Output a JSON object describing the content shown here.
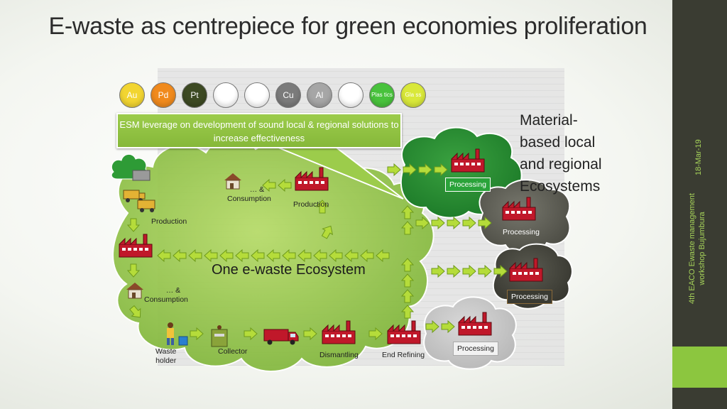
{
  "slide": {
    "title": "E-waste as centrepiece for green economies proliferation",
    "date": "18-Mar-19",
    "event_line1": "4th EACO Ewaste management",
    "event_line2": "workshop Bujumbura"
  },
  "materials": [
    {
      "label": "Au",
      "color": "#f2d531"
    },
    {
      "label": "Pd",
      "color": "#f08a1d"
    },
    {
      "label": "Pt",
      "color": "#3d4a23"
    },
    {
      "label": "",
      "color": "#ffffff"
    },
    {
      "label": "",
      "color": "#ffffff"
    },
    {
      "label": "Cu",
      "color": "#7b7b7b"
    },
    {
      "label": "Al",
      "color": "#a6a6a6"
    },
    {
      "label": "",
      "color": "#ffffff"
    },
    {
      "label": "Plas tics",
      "color": "#48c23c"
    },
    {
      "label": "Gla ss",
      "color": "#d9e83a"
    }
  ],
  "callout": {
    "text": "ESM leverage on development of sound local & regional solutions to increase effectiveness"
  },
  "main_label": "One e-waste Ecosystem",
  "right_heading": {
    "line1": "Material-",
    "line2": "based local",
    "line3": "and regional",
    "line4": "Ecosystems"
  },
  "labels": {
    "consumption_top": "… &",
    "consumption_top2": "Consumption",
    "production_mid": "Production",
    "production_left": "Production",
    "consumption_left": "… &",
    "consumption_left2": "Consumption",
    "waste_holder": "Waste",
    "waste_holder2": "holder",
    "collector": "Collector",
    "dismantling": "Dismantling",
    "end_refining": "End Refining"
  },
  "processing": [
    {
      "label": "Processing",
      "style": "green"
    },
    {
      "label": "Processing",
      "style": "plain"
    },
    {
      "label": "Processing",
      "style": "dark"
    },
    {
      "label": "Processing",
      "style": "white"
    }
  ],
  "colors": {
    "sidebar": "#3a3c32",
    "accent_green": "#8cc63f",
    "arrow_fill": "#b5dc3a",
    "factory_red": "#c0182a",
    "cloud_light": "#93c447",
    "cloud_dark": "#1f8a2b",
    "cloud_gray": "#5b5b52"
  }
}
